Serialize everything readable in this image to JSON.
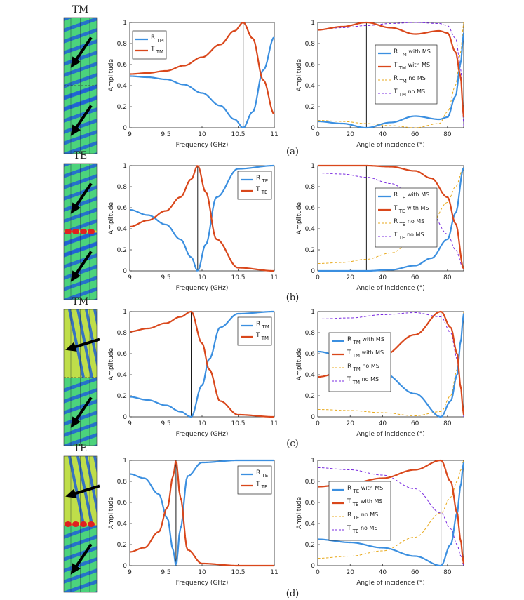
{
  "colors": {
    "R_with": "#3b8fe0",
    "T_with": "#d9471b",
    "R_no": "#e8a91c",
    "T_no": "#7a2be0",
    "marker": "#000000",
    "field_bg": "#4cd37c",
    "field_stripe": "#2060d8",
    "field_hot": "#e5e13a",
    "field_red": "#e02020"
  },
  "rows": [
    {
      "id": "a",
      "caption": "(a)",
      "field": {
        "mode": "TM",
        "top_pattern": "blue",
        "dashed_interface": true,
        "hot_dots": false,
        "arrows": [
          "down-left",
          "down-left"
        ]
      },
      "freq_chart": {
        "type": "line",
        "xlabel": "Frequency (GHz)",
        "ylabel": "Amplitude",
        "xlim": [
          9,
          11
        ],
        "ylim": [
          0,
          1
        ],
        "xticks": [
          "9",
          "9.5",
          "10",
          "10.5",
          "11"
        ],
        "yticks": [
          "0",
          "0.2",
          "0.4",
          "0.6",
          "0.8",
          "1"
        ],
        "legend_position": "top-left",
        "legend_pol": "TM",
        "marker_x": 10.57,
        "grid": false
      },
      "angle_chart": {
        "type": "line",
        "xlabel": "Angle of incidence (°)",
        "ylabel": "Amplitude",
        "xlim": [
          0,
          90
        ],
        "ylim": [
          0,
          1
        ],
        "xticks": [
          "0",
          "20",
          "40",
          "60",
          "80"
        ],
        "yticks": [
          "0",
          "0.2",
          "0.4",
          "0.6",
          "0.8",
          "1"
        ],
        "legend_position": "center-right",
        "legend_pol": "TM",
        "marker_x": 30,
        "grid": false
      }
    },
    {
      "id": "b",
      "caption": "(b)",
      "field": {
        "mode": "TE",
        "top_pattern": "blue",
        "dashed_interface": false,
        "hot_dots": true,
        "arrows": [
          "down-left",
          "down-left"
        ]
      },
      "freq_chart": {
        "type": "line",
        "xlabel": "Frequency (GHz)",
        "ylabel": "Amplitude",
        "xlim": [
          9,
          11
        ],
        "ylim": [
          0,
          1
        ],
        "xticks": [
          "9",
          "9.5",
          "10",
          "10.5",
          "11"
        ],
        "yticks": [
          "0",
          "0.2",
          "0.4",
          "0.6",
          "0.8",
          "1"
        ],
        "legend_position": "top-right",
        "legend_pol": "TE",
        "marker_x": 9.94,
        "grid": false
      },
      "angle_chart": {
        "type": "line",
        "xlabel": "Angle of incidence (°)",
        "ylabel": "Amplitude",
        "xlim": [
          0,
          90
        ],
        "ylim": [
          0,
          1
        ],
        "xticks": [
          "0",
          "20",
          "40",
          "60",
          "80"
        ],
        "yticks": [
          "0",
          "0.2",
          "0.4",
          "0.6",
          "0.8",
          "1"
        ],
        "legend_position": "center-right",
        "legend_pol": "TE",
        "marker_x": 30,
        "grid": false
      }
    },
    {
      "id": "c",
      "caption": "(c)",
      "field": {
        "mode": "TM",
        "top_pattern": "yellow",
        "dashed_interface": true,
        "hot_dots": false,
        "arrows": [
          "left",
          "down-left"
        ]
      },
      "freq_chart": {
        "type": "line",
        "xlabel": "Frequency (GHz)",
        "ylabel": "Amplitude",
        "xlim": [
          9,
          11
        ],
        "ylim": [
          0,
          1
        ],
        "xticks": [
          "9",
          "9.5",
          "10",
          "10.5",
          "11"
        ],
        "yticks": [
          "0",
          "0.2",
          "0.4",
          "0.6",
          "0.8",
          "1"
        ],
        "legend_position": "top-right",
        "legend_pol": "TM",
        "marker_x": 9.85,
        "grid": false
      },
      "angle_chart": {
        "type": "line",
        "xlabel": "Angle of incidence (°)",
        "ylabel": "Amplitude",
        "xlim": [
          0,
          90
        ],
        "ylim": [
          0,
          1
        ],
        "xticks": [
          "0",
          "20",
          "40",
          "60",
          "80"
        ],
        "yticks": [
          "0",
          "0.2",
          "0.4",
          "0.6",
          "0.8",
          "1"
        ],
        "legend_position": "center-left",
        "legend_pol": "TM",
        "marker_x": 76,
        "grid": false
      }
    },
    {
      "id": "d",
      "caption": "(d)",
      "field": {
        "mode": "TE",
        "top_pattern": "yellow",
        "dashed_interface": false,
        "hot_dots": true,
        "arrows": [
          "left",
          "down-left"
        ]
      },
      "freq_chart": {
        "type": "line",
        "xlabel": "Frequency (GHz)",
        "ylabel": "Amplitude",
        "xlim": [
          9,
          11
        ],
        "ylim": [
          0,
          1
        ],
        "xticks": [
          "9",
          "9.5",
          "10",
          "10.5",
          "11"
        ],
        "yticks": [
          "0",
          "0.2",
          "0.4",
          "0.6",
          "0.8",
          "1"
        ],
        "legend_position": "top-right",
        "legend_pol": "TE",
        "marker_x": 9.64,
        "grid": false
      },
      "angle_chart": {
        "type": "line",
        "xlabel": "Angle of incidence (°)",
        "ylabel": "Amplitude",
        "xlim": [
          0,
          90
        ],
        "ylim": [
          0,
          1
        ],
        "xticks": [
          "0",
          "20",
          "40",
          "60",
          "80"
        ],
        "yticks": [
          "0",
          "0.2",
          "0.4",
          "0.6",
          "0.8",
          "1"
        ],
        "legend_position": "center-left",
        "legend_pol": "TE",
        "marker_x": 76,
        "grid": false
      }
    }
  ],
  "chart_data": [
    {
      "panel": "a-frequency",
      "type": "line",
      "x": [
        9,
        9.25,
        9.5,
        9.75,
        10,
        10.25,
        10.45,
        10.57,
        10.7,
        10.85,
        11
      ],
      "series": [
        {
          "name": "R TM",
          "values": [
            0.49,
            0.48,
            0.46,
            0.41,
            0.33,
            0.21,
            0.08,
            0.0,
            0.15,
            0.55,
            0.86
          ]
        },
        {
          "name": "T TM",
          "values": [
            0.51,
            0.52,
            0.54,
            0.59,
            0.67,
            0.79,
            0.92,
            1.0,
            0.85,
            0.45,
            0.13
          ]
        }
      ],
      "xlabel": "Frequency (GHz)",
      "ylabel": "Amplitude",
      "xlim": [
        9,
        11
      ],
      "ylim": [
        0,
        1
      ]
    },
    {
      "panel": "a-angle",
      "type": "line",
      "x": [
        0,
        15,
        30,
        45,
        60,
        75,
        80,
        85,
        88,
        90
      ],
      "series": [
        {
          "name": "R TM with MS",
          "values": [
            0.06,
            0.04,
            0.0,
            0.05,
            0.11,
            0.08,
            0.1,
            0.3,
            0.6,
            0.9
          ]
        },
        {
          "name": "T TM with MS",
          "values": [
            0.93,
            0.96,
            1.0,
            0.95,
            0.89,
            0.92,
            0.9,
            0.72,
            0.5,
            0.1
          ]
        },
        {
          "name": "R TM no MS",
          "values": [
            0.07,
            0.06,
            0.04,
            0.02,
            0.0,
            0.04,
            0.15,
            0.4,
            0.7,
            1.0
          ]
        },
        {
          "name": "T TM no MS",
          "values": [
            0.93,
            0.95,
            0.97,
            0.99,
            1.0,
            0.99,
            0.97,
            0.85,
            0.6,
            0.02
          ]
        }
      ],
      "xlabel": "Angle of incidence (°)",
      "ylabel": "Amplitude",
      "xlim": [
        0,
        90
      ],
      "ylim": [
        0,
        1
      ]
    },
    {
      "panel": "b-frequency",
      "type": "line",
      "x": [
        9,
        9.25,
        9.5,
        9.7,
        9.85,
        9.94,
        10.05,
        10.2,
        10.5,
        11
      ],
      "series": [
        {
          "name": "R TE",
          "values": [
            0.58,
            0.53,
            0.44,
            0.3,
            0.13,
            0.0,
            0.25,
            0.7,
            0.97,
            1.0
          ]
        },
        {
          "name": "T TE",
          "values": [
            0.42,
            0.48,
            0.57,
            0.7,
            0.87,
            1.0,
            0.75,
            0.3,
            0.03,
            0.0
          ]
        }
      ],
      "xlabel": "Frequency (GHz)",
      "ylabel": "Amplitude",
      "xlim": [
        9,
        11
      ],
      "ylim": [
        0,
        1
      ]
    },
    {
      "panel": "b-angle",
      "type": "line",
      "x": [
        0,
        15,
        30,
        45,
        60,
        70,
        80,
        85,
        90
      ],
      "series": [
        {
          "name": "R TE with MS",
          "values": [
            0.0,
            0.0,
            0.0,
            0.01,
            0.05,
            0.12,
            0.3,
            0.55,
            0.98
          ]
        },
        {
          "name": "T TE with MS",
          "values": [
            1.0,
            1.0,
            1.0,
            0.99,
            0.95,
            0.88,
            0.7,
            0.45,
            0.02
          ]
        },
        {
          "name": "R TE no MS",
          "values": [
            0.07,
            0.08,
            0.11,
            0.17,
            0.3,
            0.45,
            0.65,
            0.8,
            0.98
          ]
        },
        {
          "name": "T TE no MS",
          "values": [
            0.93,
            0.92,
            0.89,
            0.83,
            0.7,
            0.55,
            0.35,
            0.2,
            0.02
          ]
        }
      ],
      "xlabel": "Angle of incidence (°)",
      "ylabel": "Amplitude",
      "xlim": [
        0,
        90
      ],
      "ylim": [
        0,
        1
      ]
    },
    {
      "panel": "c-frequency",
      "type": "line",
      "x": [
        9,
        9.25,
        9.5,
        9.7,
        9.85,
        10.0,
        10.1,
        10.25,
        10.5,
        11
      ],
      "series": [
        {
          "name": "R TM",
          "values": [
            0.19,
            0.16,
            0.11,
            0.05,
            0.0,
            0.3,
            0.55,
            0.85,
            0.98,
            1.0
          ]
        },
        {
          "name": "T TM",
          "values": [
            0.81,
            0.84,
            0.89,
            0.95,
            1.0,
            0.7,
            0.45,
            0.15,
            0.02,
            0.0
          ]
        }
      ],
      "xlabel": "Frequency (GHz)",
      "ylabel": "Amplitude",
      "xlim": [
        9,
        11
      ],
      "ylim": [
        0,
        1
      ]
    },
    {
      "panel": "c-angle",
      "type": "line",
      "x": [
        0,
        20,
        40,
        60,
        76,
        82,
        86,
        88,
        90
      ],
      "series": [
        {
          "name": "R TM with MS",
          "values": [
            0.62,
            0.55,
            0.42,
            0.22,
            0.0,
            0.15,
            0.4,
            0.7,
            0.98
          ]
        },
        {
          "name": "T TM with MS",
          "values": [
            0.38,
            0.45,
            0.58,
            0.78,
            1.0,
            0.85,
            0.6,
            0.3,
            0.02
          ]
        },
        {
          "name": "R TM no MS",
          "values": [
            0.07,
            0.06,
            0.04,
            0.01,
            0.05,
            0.2,
            0.45,
            0.7,
            1.0
          ]
        },
        {
          "name": "T TM no MS",
          "values": [
            0.93,
            0.94,
            0.97,
            0.99,
            0.95,
            0.8,
            0.55,
            0.3,
            0.0
          ]
        }
      ],
      "xlabel": "Angle of incidence (°)",
      "ylabel": "Amplitude",
      "xlim": [
        0,
        90
      ],
      "ylim": [
        0,
        1
      ]
    },
    {
      "panel": "d-frequency",
      "type": "line",
      "x": [
        9,
        9.2,
        9.4,
        9.52,
        9.6,
        9.64,
        9.7,
        9.8,
        10,
        10.5,
        11
      ],
      "series": [
        {
          "name": "R TE",
          "values": [
            0.87,
            0.83,
            0.68,
            0.45,
            0.15,
            0.0,
            0.35,
            0.85,
            0.98,
            1.0,
            1.0
          ]
        },
        {
          "name": "T TE",
          "values": [
            0.13,
            0.17,
            0.32,
            0.55,
            0.85,
            1.0,
            0.65,
            0.15,
            0.02,
            0.0,
            0.0
          ]
        }
      ],
      "xlabel": "Frequency (GHz)",
      "ylabel": "Amplitude",
      "xlim": [
        9,
        11
      ],
      "ylim": [
        0,
        1
      ]
    },
    {
      "panel": "d-angle",
      "type": "line",
      "x": [
        0,
        20,
        40,
        60,
        76,
        82,
        86,
        88,
        90
      ],
      "series": [
        {
          "name": "R TE with MS",
          "values": [
            0.25,
            0.22,
            0.17,
            0.09,
            0.0,
            0.2,
            0.5,
            0.75,
            0.98
          ]
        },
        {
          "name": "T TE with MS",
          "values": [
            0.75,
            0.78,
            0.83,
            0.91,
            1.0,
            0.8,
            0.5,
            0.25,
            0.02
          ]
        },
        {
          "name": "R TE no MS",
          "values": [
            0.07,
            0.09,
            0.14,
            0.27,
            0.5,
            0.65,
            0.8,
            0.9,
            1.0
          ]
        },
        {
          "name": "T TE no MS",
          "values": [
            0.93,
            0.91,
            0.86,
            0.73,
            0.5,
            0.35,
            0.2,
            0.1,
            0.0
          ]
        }
      ],
      "xlabel": "Angle of incidence (°)",
      "ylabel": "Amplitude",
      "xlim": [
        0,
        90
      ],
      "ylim": [
        0,
        1
      ]
    }
  ]
}
